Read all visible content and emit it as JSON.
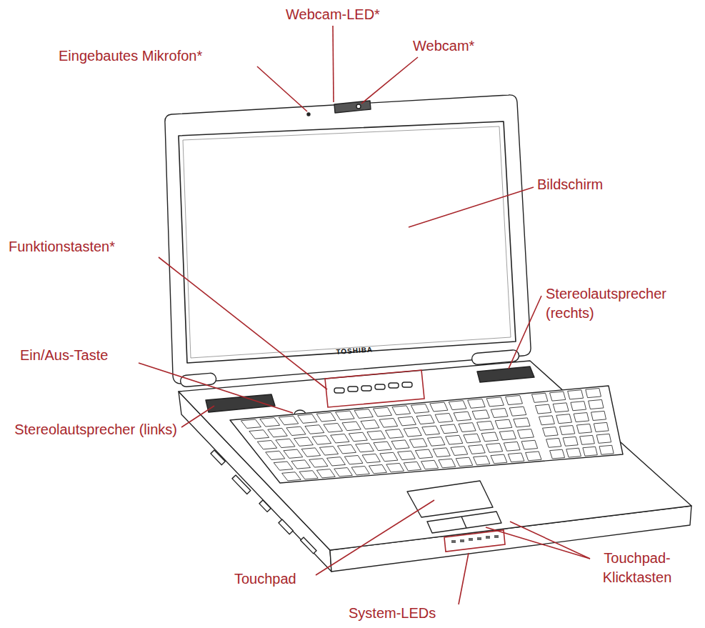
{
  "diagram": {
    "labels": [
      "Webcam-LED*",
      "Eingebautes Mikrofon*",
      "Webcam*",
      "Bildschirm",
      "Funktionstasten*",
      "Stereolautsprecher (rechts)",
      "TOSHIBA",
      "Ein/Aus-Taste",
      "Stereolautsprecher (links)",
      "Touchpad-Klicktasten",
      "Touchpad",
      "System-LEDs"
    ]
  }
}
